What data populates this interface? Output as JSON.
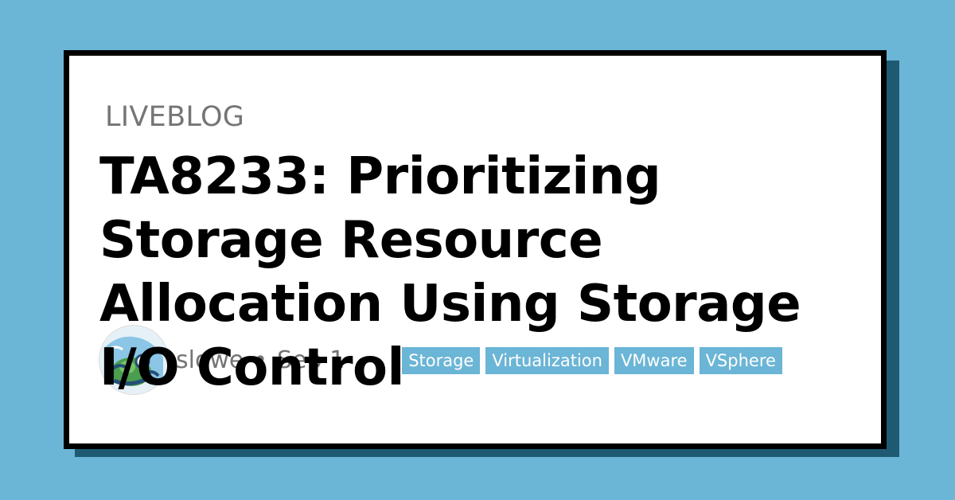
{
  "page": {
    "background_color": "#6bb5d6",
    "card_border_color": "#000000",
    "shadow_color": "#1f5a73"
  },
  "post": {
    "kicker": "LIVEBLOG",
    "title": "TA8233: Prioritizing Storage Resource Allocation Using Storage I/O Control",
    "author": "slowe",
    "separator": "•",
    "date": "Sep 1",
    "avatar_icon": "avatar-cartoon-icon"
  },
  "tags": [
    {
      "label": "Storage"
    },
    {
      "label": "Virtualization"
    },
    {
      "label": "VMware"
    },
    {
      "label": "VSphere"
    }
  ],
  "colors": {
    "tag_background": "#6bb5d6",
    "tag_text": "#ffffff",
    "muted_text": "#757575"
  }
}
